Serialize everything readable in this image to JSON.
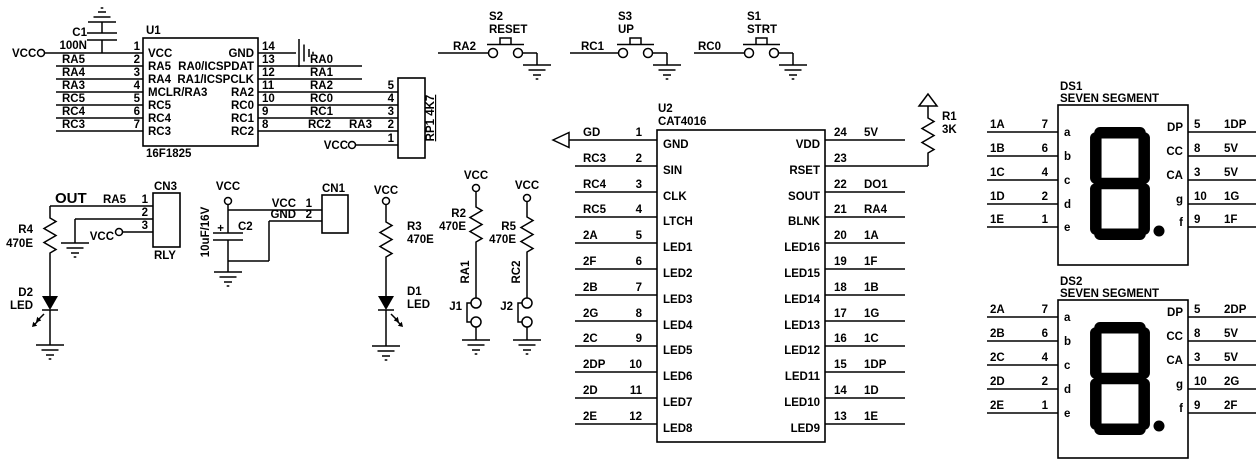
{
  "nets": {
    "vcc": "VCC"
  },
  "u1": {
    "ref": "U1",
    "part": "16F1825",
    "pins_left": [
      {
        "num": "1",
        "name": "VCC"
      },
      {
        "num": "2",
        "name": "RA5",
        "net": "RA5"
      },
      {
        "num": "3",
        "name": "RA4",
        "net": "RA4"
      },
      {
        "num": "4",
        "name": "MCLR/RA3",
        "net": "RA3"
      },
      {
        "num": "5",
        "name": "RC5",
        "net": "RC5"
      },
      {
        "num": "6",
        "name": "RC4",
        "net": "RC4"
      },
      {
        "num": "7",
        "name": "RC3",
        "net": "RC3"
      }
    ],
    "pins_right": [
      {
        "num": "14",
        "name": "GND"
      },
      {
        "num": "13",
        "name": "RA0/ICSPDAT",
        "net": "RA0"
      },
      {
        "num": "12",
        "name": "RA1/ICSPCLK",
        "net": "RA1"
      },
      {
        "num": "11",
        "name": "RA2",
        "net": "RA2"
      },
      {
        "num": "10",
        "name": "RC0",
        "net": "RC0"
      },
      {
        "num": "9",
        "name": "RC1",
        "net": "RC1"
      },
      {
        "num": "8",
        "name": "RC2",
        "net": "RC2",
        "net2": "RA3"
      }
    ]
  },
  "c1": {
    "ref": "C1",
    "value": "100N"
  },
  "rp1": {
    "ref_value": "RP1 4K7",
    "pins": [
      "5",
      "4",
      "3",
      "2",
      "1"
    ]
  },
  "s2": {
    "ref": "S2",
    "label": "RESET",
    "net": "RA2"
  },
  "s3": {
    "ref": "S3",
    "label": "UP",
    "net": "RC1"
  },
  "s1": {
    "ref": "S1",
    "label": "STRT",
    "net": "RC0"
  },
  "u2": {
    "ref": "U2",
    "part": "CAT4016",
    "pins_left": [
      {
        "num": "1",
        "name": "GND",
        "net": "GD"
      },
      {
        "num": "2",
        "name": "SIN",
        "net": "RC3"
      },
      {
        "num": "3",
        "name": "CLK",
        "net": "RC4"
      },
      {
        "num": "4",
        "name": "LTCH",
        "net": "RC5"
      },
      {
        "num": "5",
        "name": "LED1",
        "net": "2A"
      },
      {
        "num": "6",
        "name": "LED2",
        "net": "2F"
      },
      {
        "num": "7",
        "name": "LED3",
        "net": "2B"
      },
      {
        "num": "8",
        "name": "LED4",
        "net": "2G"
      },
      {
        "num": "9",
        "name": "LED5",
        "net": "2C"
      },
      {
        "num": "10",
        "name": "LED6",
        "net": "2DP"
      },
      {
        "num": "11",
        "name": "LED7",
        "net": "2D"
      },
      {
        "num": "12",
        "name": "LED8",
        "net": "2E"
      }
    ],
    "pins_right": [
      {
        "num": "24",
        "name": "VDD",
        "net": "5V"
      },
      {
        "num": "23",
        "name": "RSET",
        "net": ""
      },
      {
        "num": "22",
        "name": "SOUT",
        "net": "DO1"
      },
      {
        "num": "21",
        "name": "BLNK",
        "net": "RA4"
      },
      {
        "num": "20",
        "name": "LED16",
        "net": "1A"
      },
      {
        "num": "19",
        "name": "LED15",
        "net": "1F"
      },
      {
        "num": "18",
        "name": "LED14",
        "net": "1B"
      },
      {
        "num": "17",
        "name": "LED13",
        "net": "1G"
      },
      {
        "num": "16",
        "name": "LED12",
        "net": "1C"
      },
      {
        "num": "15",
        "name": "LED11",
        "net": "1DP"
      },
      {
        "num": "14",
        "name": "LED10",
        "net": "1D"
      },
      {
        "num": "13",
        "name": "LED9",
        "net": "1E"
      }
    ]
  },
  "r1": {
    "ref": "R1",
    "value": "3K"
  },
  "ds1": {
    "ref": "DS1",
    "part": "SEVEN SEGMENT",
    "pins_left": [
      {
        "num": "7",
        "name": "a",
        "net": "1A"
      },
      {
        "num": "6",
        "name": "b",
        "net": "1B"
      },
      {
        "num": "4",
        "name": "c",
        "net": "1C"
      },
      {
        "num": "2",
        "name": "d",
        "net": "1D"
      },
      {
        "num": "1",
        "name": "e",
        "net": "1E"
      }
    ],
    "pins_right": [
      {
        "num": "5",
        "name": "DP",
        "net": "1DP"
      },
      {
        "num": "8",
        "name": "CC",
        "net": "5V"
      },
      {
        "num": "3",
        "name": "CA",
        "net": "5V"
      },
      {
        "num": "10",
        "name": "g",
        "net": "1G"
      },
      {
        "num": "9",
        "name": "f",
        "net": "1F"
      }
    ]
  },
  "ds2": {
    "ref": "DS2",
    "part": "SEVEN SEGMENT",
    "pins_left": [
      {
        "num": "7",
        "name": "a",
        "net": "2A"
      },
      {
        "num": "6",
        "name": "b",
        "net": "2B"
      },
      {
        "num": "4",
        "name": "c",
        "net": "2C"
      },
      {
        "num": "2",
        "name": "d",
        "net": "2D"
      },
      {
        "num": "1",
        "name": "e",
        "net": "2E"
      }
    ],
    "pins_right": [
      {
        "num": "5",
        "name": "DP",
        "net": "2DP"
      },
      {
        "num": "8",
        "name": "CC",
        "net": "5V"
      },
      {
        "num": "3",
        "name": "CA",
        "net": "5V"
      },
      {
        "num": "10",
        "name": "g",
        "net": "2G"
      },
      {
        "num": "9",
        "name": "f",
        "net": "2F"
      }
    ]
  },
  "out": {
    "label": "OUT",
    "net": "RA5"
  },
  "cn3": {
    "ref": "CN3",
    "value": "RLY",
    "pins": [
      "1",
      "2",
      "3"
    ]
  },
  "r4": {
    "ref": "R4",
    "value": "470E"
  },
  "d2": {
    "ref": "D2",
    "value": "LED"
  },
  "c2": {
    "ref": "C2",
    "value": "10uF/16V",
    "plus": "+"
  },
  "cn1": {
    "ref": "CN1",
    "pins": [
      {
        "num": "1",
        "name": "VCC"
      },
      {
        "num": "2",
        "name": "GND"
      }
    ]
  },
  "r3": {
    "ref": "R3",
    "value": "470E"
  },
  "d1": {
    "ref": "D1",
    "value": "LED"
  },
  "r2": {
    "ref": "R2",
    "value": "470E",
    "net": "RA1"
  },
  "j1": {
    "ref": "J1"
  },
  "r5": {
    "ref": "R5",
    "value": "470E",
    "net": "RC2"
  },
  "j2": {
    "ref": "J2"
  }
}
